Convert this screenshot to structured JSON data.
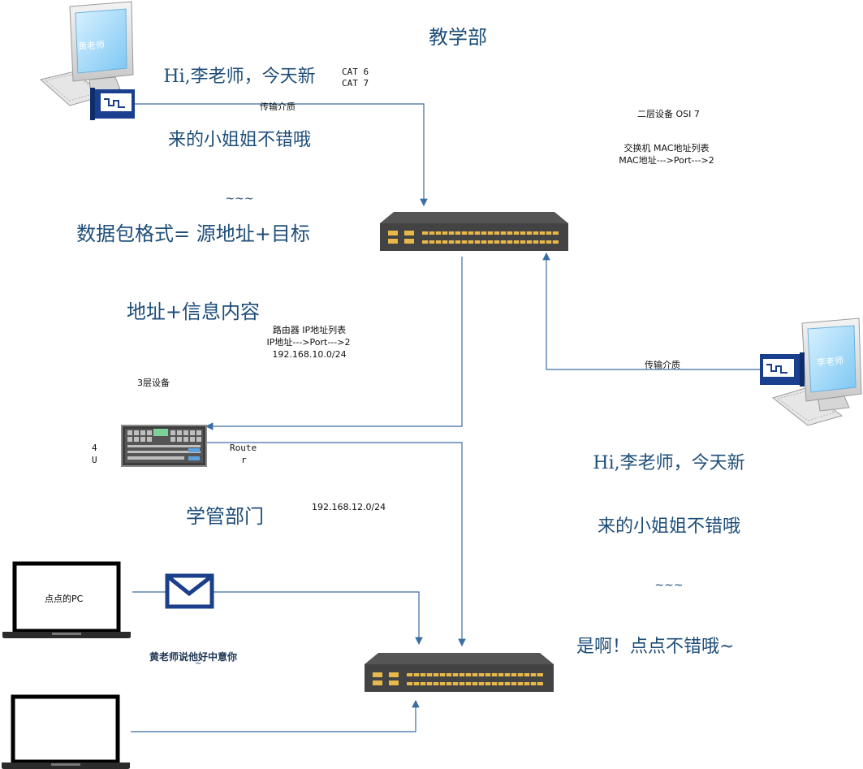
{
  "depts": {
    "teaching": "教学部",
    "student_mgmt": "学管部门"
  },
  "chat_top": {
    "line1": "Hi,李老师，今天新",
    "line2": "来的小姐姐不错哦",
    "line3": "~~~"
  },
  "chat_right": {
    "line1": "Hi,李老师，今天新",
    "line2": "来的小姐姐不错哦",
    "line3": "~~~",
    "reply": "是啊！点点不错哦~"
  },
  "cable": {
    "cat6": "CAT 6",
    "cat7": "CAT 7"
  },
  "medium_top": "传输介质",
  "medium_right": "传输介质",
  "switch_info": {
    "layer": "二层设备 OSI 7",
    "table": "交换机 MAC地址列表",
    "mapping": "MAC地址--->Port--->2"
  },
  "packet": {
    "line1": "数据包格式= 源地址+目标",
    "line2": "地址+信息内容"
  },
  "router_info": {
    "table": "路由器 IP地址列表",
    "mapping": "IP地址--->Port--->2",
    "subnet": "192.168.10.0/24"
  },
  "router": {
    "layer": "3层设备",
    "u1": "4",
    "u2": "U",
    "label1": "Route",
    "label2": "r"
  },
  "subnet2": "192.168.12.0/24",
  "pc_labels": {
    "huang": "黄老师",
    "li": "李老师",
    "diandian": "点点的PC"
  },
  "message": {
    "text": "黄老师说他好中意你",
    "tilde": "~"
  },
  "colors": {
    "line": "#3a6ea5",
    "title_blue": "#1e4e79",
    "switch_body": "#4a4a4a",
    "port": "#e8b84a",
    "nic": "#1a3f8f",
    "envelope": "#1b3f8b"
  }
}
